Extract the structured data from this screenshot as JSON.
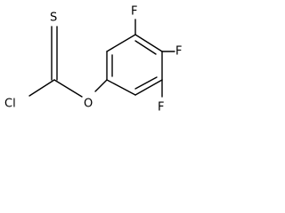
{
  "molecule": {
    "atoms": {
      "f_top": "F",
      "f_right": "F",
      "f_bottom": "F",
      "oxygen": "O",
      "sulfur": "S",
      "chlorine": "Cl"
    }
  }
}
